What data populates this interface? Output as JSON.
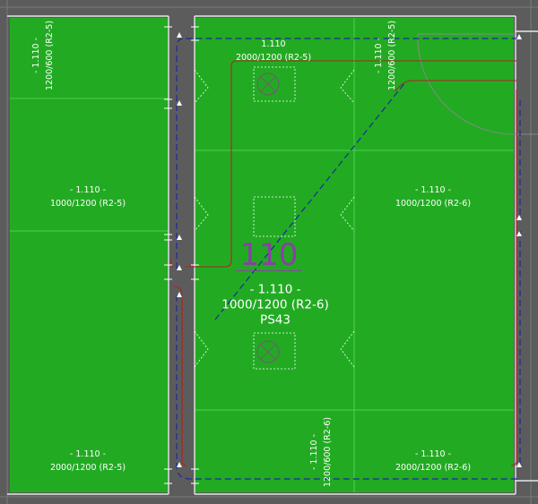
{
  "room": {
    "number": "110",
    "label_line1": "- 1.110 -",
    "label_line2": "1000/1200 (R2-6)",
    "label_line3": "PS43"
  },
  "tiles": [
    {
      "id": "left-top",
      "line1": "- 1.110 -",
      "line2": "1200/600 (R2-5)"
    },
    {
      "id": "left-mid",
      "line1": "- 1.110 -",
      "line2": "1000/1200 (R2-5)"
    },
    {
      "id": "left-bottom",
      "line1": "- 1.110 -",
      "line2": "2000/1200 (R2-5)"
    },
    {
      "id": "center-top",
      "line1": "1.110",
      "line2": "2000/1200 (R2-5)"
    },
    {
      "id": "right-top",
      "line1": "- 1.110 -",
      "line2": "1200/600 (R2-5)"
    },
    {
      "id": "right-mid",
      "line1": "- 1.110 -",
      "line2": "1000/1200 (R2-6)"
    },
    {
      "id": "center-bottom",
      "line1": "- 1.110 -",
      "line2": "1200/600 (R2-6)"
    },
    {
      "id": "right-bottom",
      "line1": "- 1.110 -",
      "line2": "2000/1200 (R2-6)"
    }
  ],
  "colors": {
    "background": "#5c5c5c",
    "floor": "#22ab22",
    "wall_line": "#e0e0e0",
    "room_number": "#8a3fa6",
    "duct_red": "#b22222",
    "duct_blue": "#1a2b9c"
  }
}
